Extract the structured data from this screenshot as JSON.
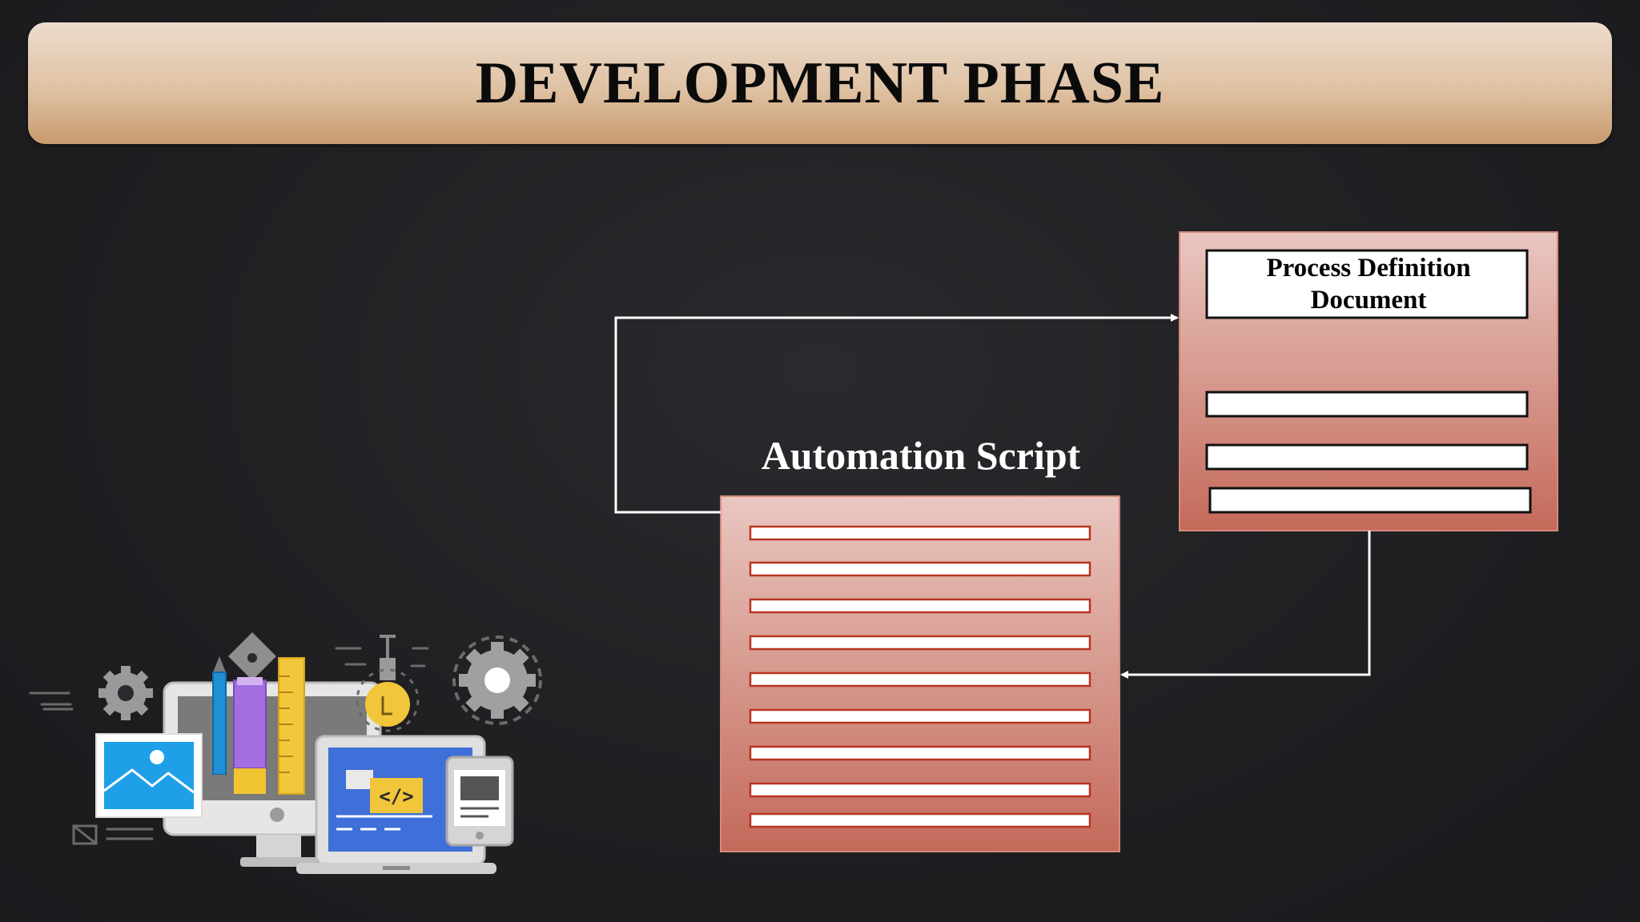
{
  "title": "DEVELOPMENT PHASE",
  "automation_script": {
    "label": "Automation Script",
    "line_count": 9
  },
  "process_definition": {
    "label": "Process Definition Document",
    "field_count": 3
  },
  "colors": {
    "title_bar_top": "#ecdccd",
    "title_bar_bottom": "#c89a6e",
    "box_top": "#e7c3bd",
    "box_bottom": "#c46b5c",
    "line_border": "#b8341f",
    "connector": "#ffffff",
    "background": "#222226"
  },
  "illustration": {
    "icons": [
      "gear-icon",
      "pen-nib-icon",
      "pencil-icon",
      "ruler-icon",
      "lightbulb-icon",
      "image-icon",
      "code-icon",
      "monitor-icon",
      "laptop-icon",
      "tablet-icon"
    ]
  }
}
